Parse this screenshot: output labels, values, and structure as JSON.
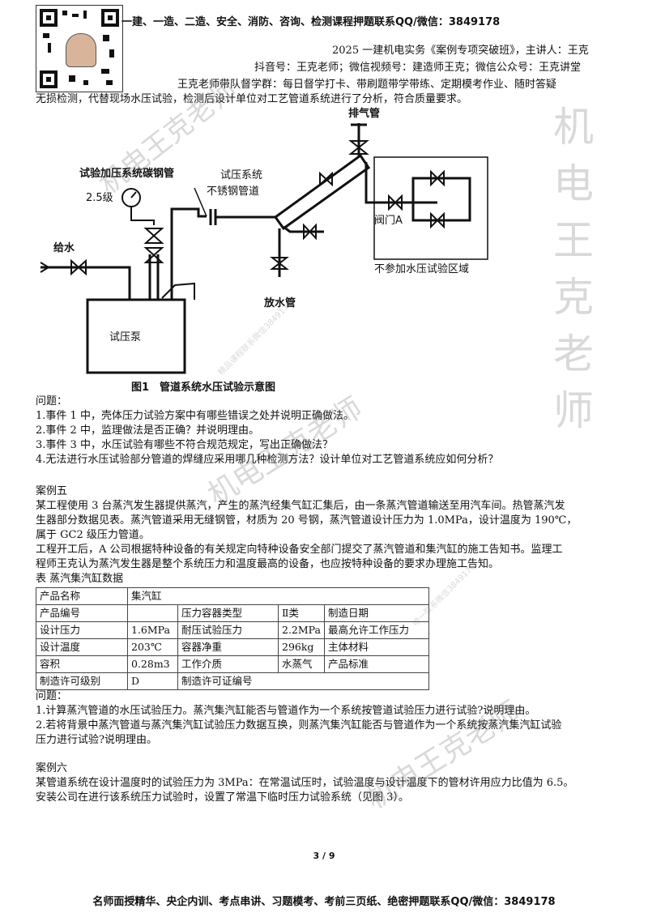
{
  "header": {
    "banner": "一建、一造、二造、安全、消防、咨询、检测课程押题联系QQ/微信：3849178",
    "course": "2025 一建机电实务《案例专项突破班》，主讲人：王克",
    "social": "抖音号：王克老师；微信视频号：建造师王克；微信公众号：王克讲堂",
    "group": "王克老师带队督学群：每日督学打卡、带刷题带学带练、定期模考作业、随时答疑"
  },
  "intro_tail": "无损检测，代替现场水压试验，检测后设计单位对工艺管道系统进行了分析，符合质量要求。",
  "figure": {
    "exhaust": "排气管",
    "carbon_pipe": "试验加压系统碳钢管",
    "grade": "2.5级",
    "test_system": "试压系统",
    "stainless_pipe": "不锈钢管道",
    "water_in": "给水",
    "valve_a": "阀门A",
    "excluded_area": "不参加水压试验区域",
    "drain": "放水管",
    "pump": "试压泵",
    "caption": "图1　管道系统水压试验示意图"
  },
  "questions_block1": {
    "title": "问题：",
    "items": [
      "1.事件 1 中，壳体压力试验方案中有哪些错误之处并说明正确做法。",
      "2.事件 2 中，监理做法是否正确？并说明理由。",
      "3.事件 3 中，水压试验有哪些不符合规范规定，写出正确做法？",
      "4.无法进行水压试验部分管道的焊缝应采用哪几种检测方法？设计单位对工艺管道系统应如何分析？"
    ]
  },
  "case5": {
    "title": "案例五",
    "lines": [
      "某工程使用 3 台蒸汽发生器提供蒸汽，产生的蒸汽经集气缸汇集后，由一条蒸汽管道输送至用汽车间。热管蒸汽发",
      "生器部分数据见表。蒸汽管道采用无缝钢管，材质为 20 号钢，蒸汽管道设计压力为 1.0MPa，设计温度为 190℃，",
      "属于 GC2 级压力管道。",
      "工程开工后，A 公司根据特种设备的有关规定向特种设备安全部门提交了蒸汽管道和集汽缸的施工告知书。监理工",
      "程师王克认为蒸汽发生器是整个系统压力和温度最高的设备，也应按特种设备的要求办理施工告知。"
    ],
    "table_title": "表  蒸汽集汽缸数据",
    "table": [
      [
        "产品名称",
        "集汽缸",
        "",
        "",
        ""
      ],
      [
        "产品编号",
        "",
        "压力容器类型",
        "Ⅱ类",
        "制造日期"
      ],
      [
        "设计压力",
        "1.6MPa",
        "耐压试验压力",
        "2.2MPa",
        "最高允许工作压力"
      ],
      [
        "设计温度",
        "203℃",
        "容器净重",
        "296kg",
        "主体材料"
      ],
      [
        "容积",
        "0.28m3",
        "工作介质",
        "水蒸气",
        "产品标准"
      ],
      [
        "制造许可级别",
        "D",
        "制造许可证编号",
        "",
        ""
      ]
    ],
    "questions_title": "问题：",
    "questions": [
      "1.计算蒸汽管道的水压试验压力。蒸汽集汽缸能否与管道作为一个系统按管道试验压力进行试验?说明理由。",
      "2.若将背景中蒸汽管道与蒸汽集汽缸试验压力数据互换，则蒸汽集汽缸能否与管道作为一个系统按蒸汽集汽缸试验",
      "压力进行试验?说明理由。"
    ]
  },
  "case6": {
    "title": "案例六",
    "lines": [
      "某管道系统在设计温度时的试验压力为 3MPa：在常温试压时，试验温度与设计温度下的管材许用应力比值为 6.5。",
      "安装公司在进行该系统压力试验时，设置了常温下临时压力试验系统（见图 3）。"
    ]
  },
  "page_number": "3 / 9",
  "footer": "名师面授精华、央企内训、考点串讲、习题模考、考前三页纸、绝密押题联系QQ/微信：3849178",
  "watermarks": {
    "vertical": "机电王克老师",
    "diag_big": "机电王克老师",
    "diag_small1": "精品课程联系微信3849178",
    "diag_small2": "唯一联系微信3849178"
  }
}
